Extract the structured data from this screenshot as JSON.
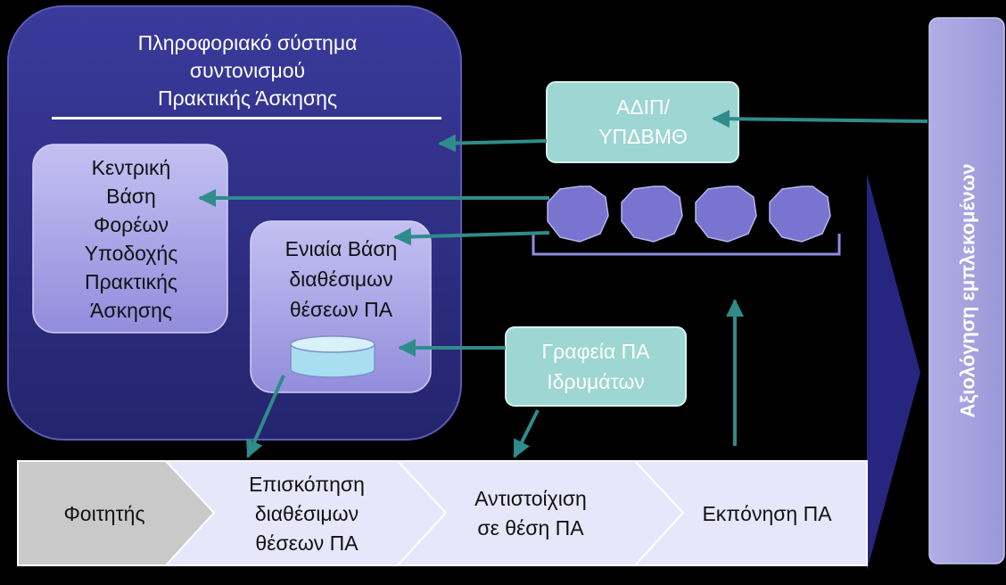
{
  "system": {
    "title": "Πληροφοριακό σύστημα\nσυντονισμού\nΠρακτικής Άσκησης"
  },
  "boxes": {
    "central_base": "Κεντρική\nΒάση\nΦορέων\nΥποδοχής\nΠρακτικής\nΆσκησης",
    "unified_base": "Ενιαία Βάση\nδιαθέσιμων\nθέσεων ΠΑ",
    "adip": "ΑΔΙΠ/\nΥΠΔΒΜΘ",
    "offices": "Γραφεία ΠΑ\nΙδρυμάτων"
  },
  "process": {
    "steps": [
      {
        "label": "Φοιτητής"
      },
      {
        "label": "Επισκόπηση\nδιαθέσιμων\nθέσεων ΠΑ"
      },
      {
        "label": "Αντιστοίχιση\nσε θέση ΠΑ"
      },
      {
        "label": "Εκπόνηση ΠΑ"
      }
    ]
  },
  "evaluation": {
    "label": "Αξιολόγηση εμπλεκομένων"
  },
  "colors": {
    "background": "#000000",
    "system_fill": "#2e2e8a",
    "box_fill": "#a6a2e6",
    "teal_box": "#9dd6d2",
    "teal_arrow": "#2f8c8a",
    "step_fill": "#e8e6fa",
    "student_fill": "#c9c9c9",
    "bar_fill": "#a19ddc",
    "circle_fill": "#7874cf"
  }
}
